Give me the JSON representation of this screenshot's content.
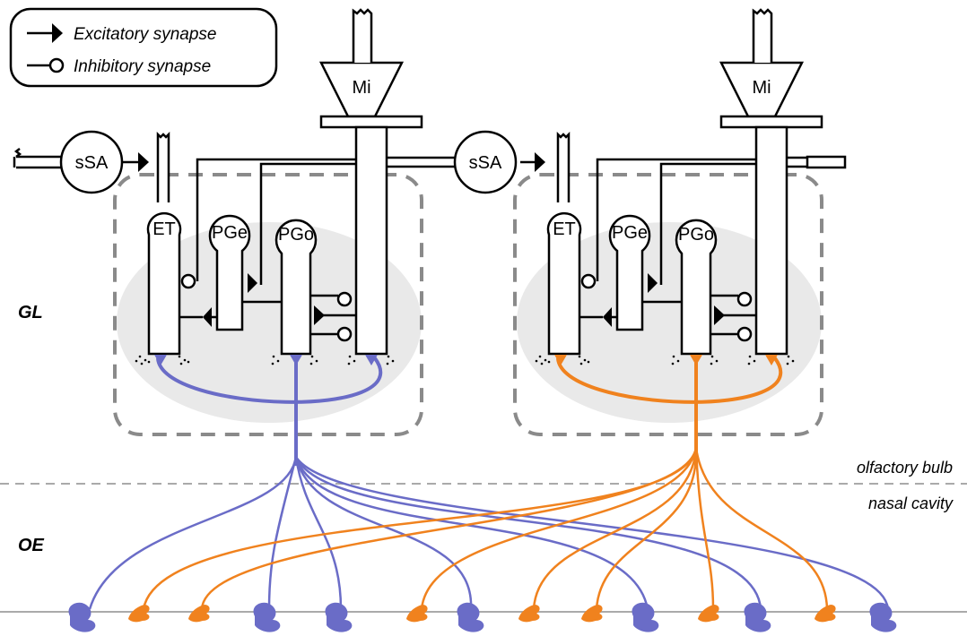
{
  "legend": {
    "excitatory": "Excitatory synapse",
    "inhibitory": "Inhibitory synapse"
  },
  "cells": {
    "mitral": "Mi",
    "short_axon": "sSA",
    "external_tufted": "ET",
    "pg_excitatory": "PGe",
    "pg_other": "PGo"
  },
  "regions": {
    "glomerular_layer": "GL",
    "olfactory_epithelium": "OE"
  },
  "boundary": {
    "upper": "olfactory bulb",
    "lower": "nasal cavity"
  },
  "colors": {
    "receptor_a": "#6a6cc7",
    "receptor_b": "#f0821e",
    "glomerulus_fill": "#e9e9e9",
    "dash": "#8a8a8a",
    "line": "#000000"
  }
}
